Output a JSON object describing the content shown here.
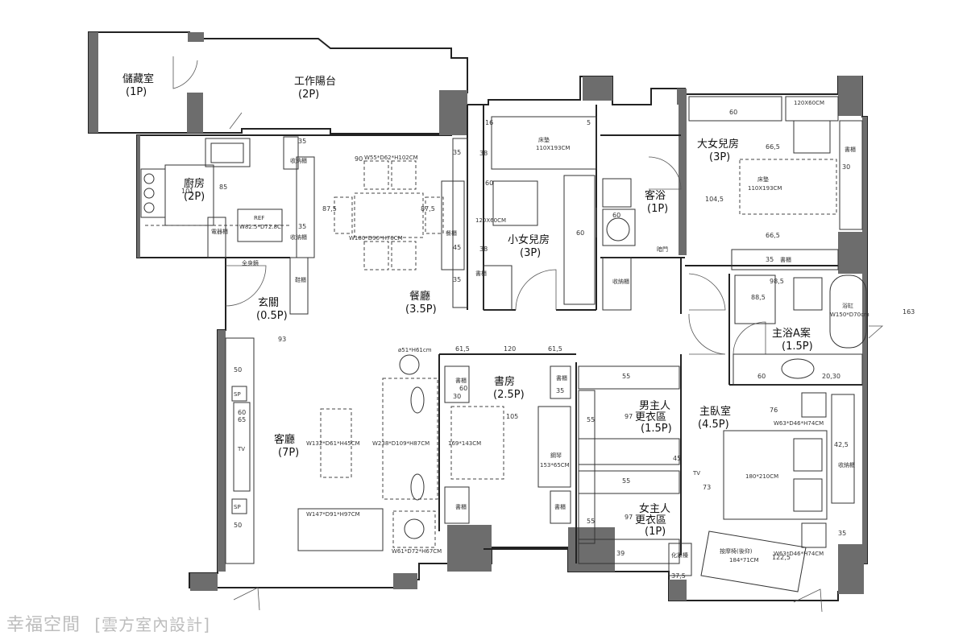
{
  "rooms": {
    "storage": {
      "name": "儲藏室",
      "size": "(1P)"
    },
    "balcony": {
      "name": "工作陽台",
      "size": "(2P)"
    },
    "kitchen": {
      "name": "廚房",
      "size": "(2P)"
    },
    "dining": {
      "name": "餐廳",
      "size": "(3.5P)"
    },
    "foyer": {
      "name": "玄關",
      "size": "(0.5P)"
    },
    "living": {
      "name": "客廳",
      "size": "(7P)"
    },
    "study": {
      "name": "書房",
      "size": "(2.5P)"
    },
    "girl_small": {
      "name": "小女兒房",
      "size": "(3P)"
    },
    "guest_bath": {
      "name": "客浴",
      "size": "(1P)"
    },
    "girl_big": {
      "name": "大女兒房",
      "size": "(3P)"
    },
    "master_bath": {
      "name": "主浴A案",
      "size": "(1.5P)"
    },
    "master": {
      "name": "主臥室",
      "size": "(4.5P)"
    },
    "his_closet": {
      "name": "男主人\n更衣區",
      "size": "(1.5P)"
    },
    "her_closet": {
      "name": "女主人\n更衣區",
      "size": "(1P)"
    }
  },
  "furniture": {
    "dining_table": "W180*D90*H76CM",
    "dining_bench": "W55*D62*H102CM",
    "fridge": "REF",
    "fridge_size": "W82.5*D72.8C",
    "coffee_table": "W132*D61*H45CM",
    "sofa": "W238*D109*H87CM",
    "lounge": "W147*D91*H97CM",
    "side_table": "W61*D72*H67CM",
    "round_table": "ø51*H61cm",
    "desk": "169*143CM",
    "piano": "鋼琴",
    "piano_size": "153*65CM",
    "bed_small": "床墊",
    "bed_small_size": "110X193CM",
    "desk_small": "120X60CM",
    "bed_big": "床墊",
    "bed_big_size": "110X193CM",
    "desk_big": "120X60CM",
    "bathtub": "浴缸",
    "bathtub_size": "W150*D70cm",
    "master_bed": "180*210CM",
    "nightstand": "W63*D46*H74CM",
    "nightstand2": "W63*D46*H74CM",
    "massage_chair": "按摩椅(後仰)",
    "massage_size": "184*71CM",
    "tv": "TV",
    "tv2": "TV",
    "mirror": "全身鏡",
    "hidden_door": "暗門",
    "sp": "SP",
    "sp2": "SP"
  },
  "cabinets": {
    "book": "書櫃",
    "store": "收納櫃",
    "shoe": "鞋櫃",
    "dining_cab": "餐櫃",
    "elec": "電器櫃",
    "dresser": "化妝檯"
  },
  "dims": {
    "d35": "35",
    "d38": "38",
    "d45": "45",
    "d60": "60",
    "d101": "101",
    "d85": "85",
    "d90": "90",
    "d87_5": "87,5",
    "d61_5": "61,5",
    "d120": "120",
    "d105": "105",
    "d50": "50",
    "d65": "65",
    "d93": "93",
    "d104_5": "104,5",
    "d66_5": "66,5",
    "d30": "30",
    "d98_5": "98,5",
    "d88_5": "88,5",
    "d163": "163",
    "d76": "76",
    "d42_5": "42,5",
    "d73": "73",
    "d55": "55",
    "d97": "97",
    "d39": "39",
    "d37_5": "37,5",
    "d122_5": "122,5",
    "d20_30": "20,30",
    "d16": "16",
    "d5": "5"
  },
  "watermark": {
    "brand": "幸福空間",
    "designer": "[雲方室內設計]"
  }
}
